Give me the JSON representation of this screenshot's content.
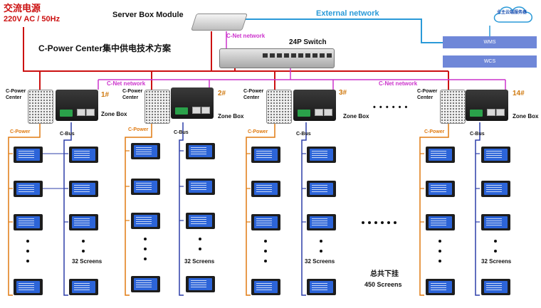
{
  "power_title": "交流电源",
  "power_spec": "220V AC / 50Hz",
  "server_box_label": "Server Box Module",
  "external_network_label": "External network",
  "cloud_label": "业主云端服务器",
  "wms_label": "WMS",
  "wcs_label": "WCS",
  "cnet_network_label": "C-Net  network",
  "switch_label": "24P  Switch",
  "main_title": "C-Power Center集中供电技术方案",
  "cnet_network_label_2": "C-Net  network",
  "cnet_network_label_3": "C-Net  network",
  "groups": [
    {
      "center_label_1": "C-Power",
      "center_label_2": "Center",
      "box_number": "1#",
      "zone_box_label": "Zone Box",
      "cpower_label": "C-Power",
      "cbus_label": "C-Bus",
      "screens_label": "32  Screens"
    },
    {
      "center_label_1": "C-Power",
      "center_label_2": "Center",
      "box_number": "2#",
      "zone_box_label": "Zone Box",
      "cpower_label": "C-Power",
      "cbus_label": "C-Bus",
      "screens_label": "32  Screens"
    },
    {
      "center_label_1": "C-Power",
      "center_label_2": "Center",
      "box_number": "3#",
      "zone_box_label": "Zone Box",
      "cpower_label": "C-Power",
      "cbus_label": "C-Bus",
      "screens_label": "32  Screens"
    },
    {
      "center_label_1": "C-Power",
      "center_label_2": "Center",
      "box_number": "14#",
      "zone_box_label": "Zone Box",
      "cpower_label": "C-Power",
      "cbus_label": "C-Bus",
      "screens_label": "32  Screens"
    }
  ],
  "ellipsis_top": "• • • • • •",
  "total_label_1": "总共下挂",
  "total_label_2": "450  Screens",
  "colors": {
    "power": "#cc1111",
    "cnet": "#cc33cc",
    "external": "#2a9ad8",
    "cpower": "#e07a10",
    "cbus": "#2d3fa8"
  }
}
